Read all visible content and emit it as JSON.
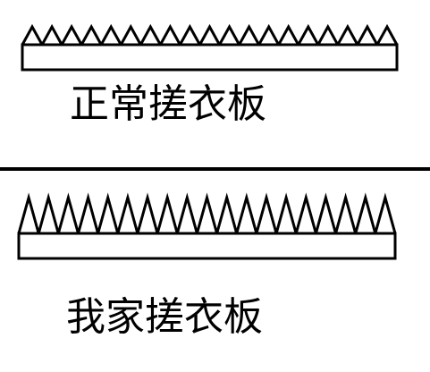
{
  "boards": [
    {
      "caption": "正常搓衣板",
      "teeth": 19,
      "teeth_relative_height": 1
    },
    {
      "caption": "我家搓衣板",
      "teeth": 19,
      "teeth_relative_height": 2
    }
  ],
  "colors": {
    "stroke": "#000000",
    "fill": "#ffffff"
  }
}
